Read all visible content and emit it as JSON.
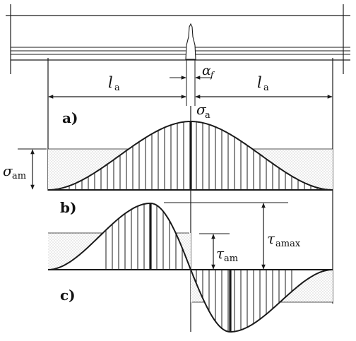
{
  "colors": {
    "ink": "#1a1a1a",
    "stipple": "#9a9a9a",
    "background": "#ffffff"
  },
  "labels": {
    "la_left": {
      "main": "l",
      "sub": "a"
    },
    "la_right": {
      "main": "l",
      "sub": "a"
    },
    "alpha_f": {
      "main": "α",
      "sub": "f"
    },
    "sigma_a": {
      "main": "σ",
      "sub": "a"
    },
    "sigma_am": {
      "main": "σ",
      "sub": "am"
    },
    "tau_am": {
      "main": "τ",
      "sub": "am"
    },
    "tau_amax": {
      "main": "τ",
      "sub": "amax"
    }
  },
  "panels": {
    "a": "a)",
    "b": "b)",
    "c": "c)"
  }
}
